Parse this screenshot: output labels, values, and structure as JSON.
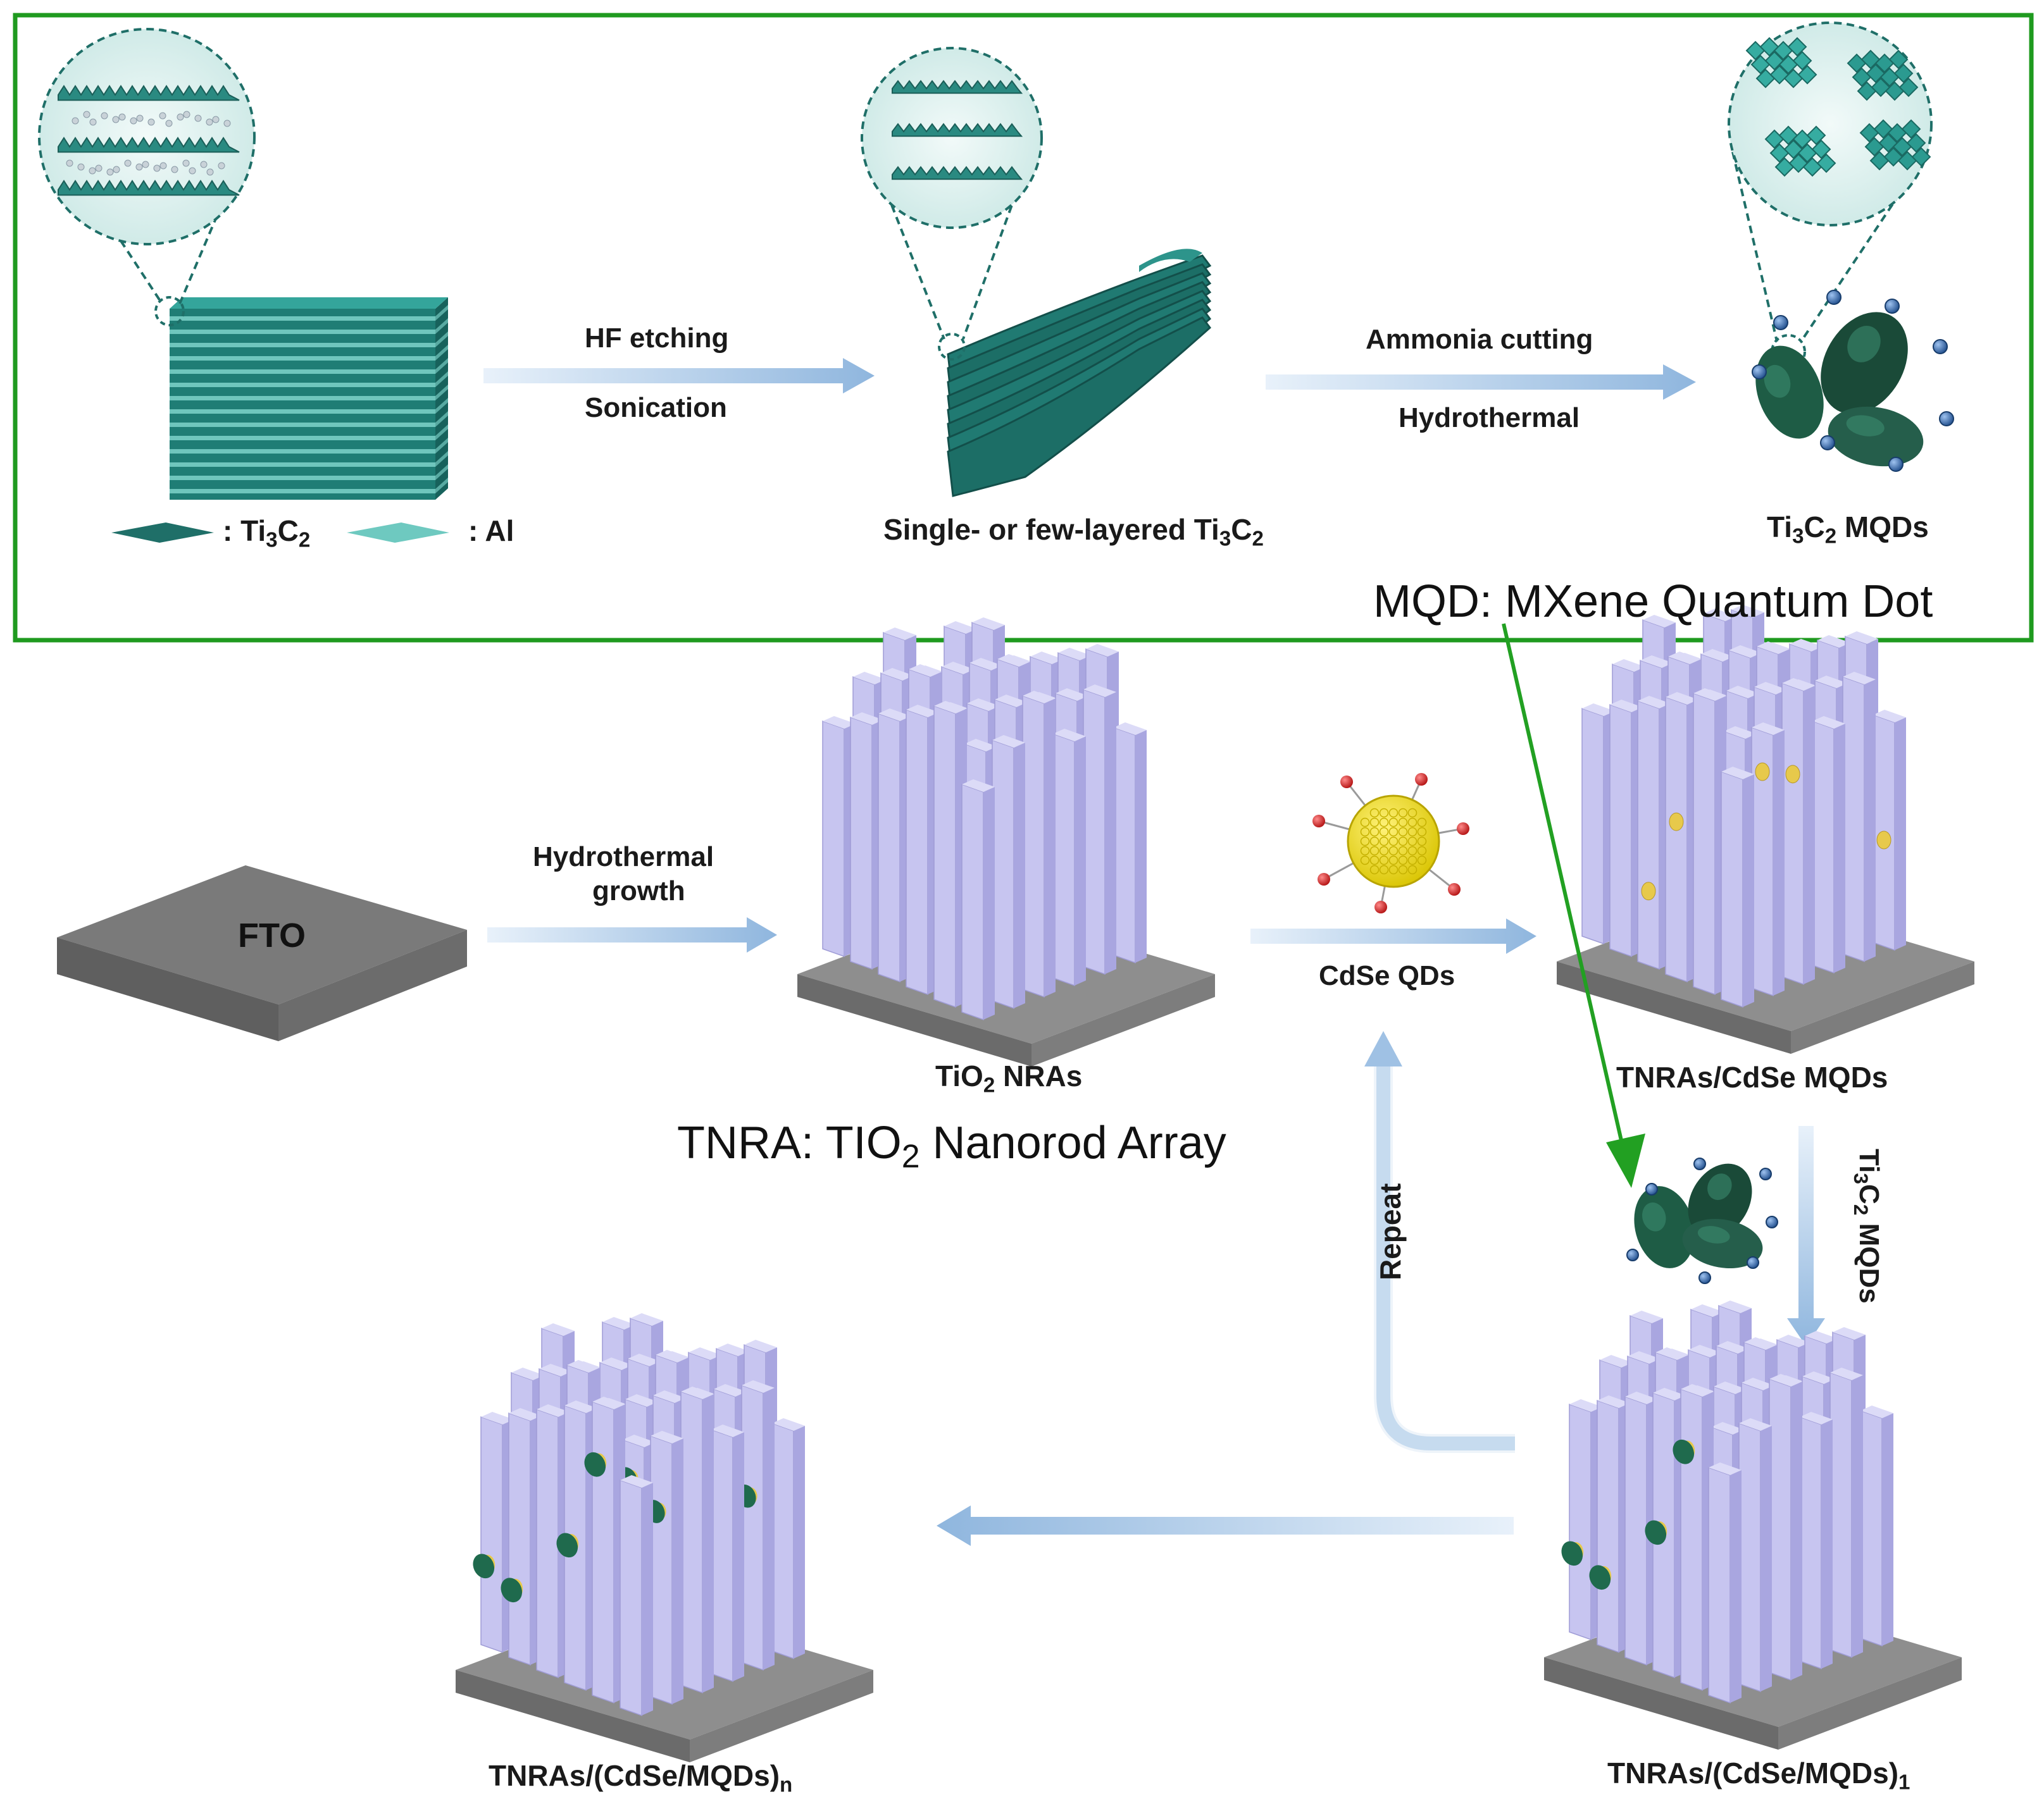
{
  "top_panel": {
    "border_color": "#1f9a1f",
    "etching_step": {
      "line1": "HF etching",
      "line2": "Sonication"
    },
    "cutting_step": {
      "line1": "Ammonia cutting",
      "line2": "Hydrothermal"
    },
    "legend": {
      "ti3c2_prefix": ": Ti",
      "ti3c2_sub1": "3",
      "ti3c2_mid": "C",
      "ti3c2_sub2": "2",
      "al_label": ": Al"
    },
    "layered_label": {
      "prefix": "Single- or few-layered Ti",
      "sub1": "3",
      "mid": "C",
      "sub2": "2"
    },
    "mqd_label": {
      "prefix": "Ti",
      "sub1": "3",
      "mid": "C",
      "sub2": "2",
      "suffix": " MQDs"
    },
    "mqd_definition": "MQD: MXene Quantum Dot"
  },
  "bottom_flow": {
    "fto_label": "FTO",
    "growth_step": {
      "line1": "Hydrothermal",
      "line2": "growth"
    },
    "tio2_label": {
      "prefix": "TiO",
      "sub": "2",
      "suffix": " NRAs"
    },
    "tnra_definition": {
      "prefix": "TNRA: TIO",
      "sub": "2",
      "suffix": " Nanorod Array"
    },
    "cdse_label": "CdSe QDs",
    "tnras_cdse_label": "TNRAs/CdSe MQDs",
    "side_mqd_label": {
      "prefix": "Ti",
      "sub1": "3",
      "mid": "C",
      "sub2": "2",
      "suffix": " MQDs"
    },
    "repeat_label": "Repeat",
    "final_label": {
      "prefix": "TNRAs/(CdSe/MQDs)",
      "sub": "n"
    },
    "first_label": {
      "prefix": "TNRAs/(CdSe/MQDs)",
      "sub": "1"
    }
  },
  "colors": {
    "mxene_teal": "#1f8078",
    "mqd_green": "#1e5c45",
    "nanorod": "#b9b7e8",
    "substrate": "#8c8c8c",
    "cdse_yellow": "#e7c94b",
    "arrow_blue": "#a9c8e6",
    "annotation_arrow": "#22a022"
  }
}
